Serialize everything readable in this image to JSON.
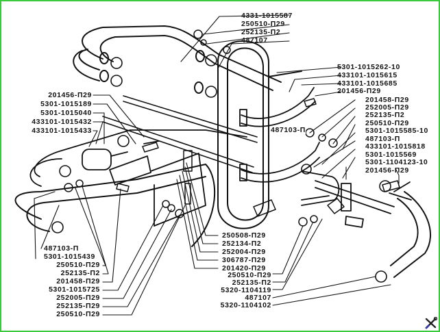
{
  "diagram": {
    "title": "Fuel lines and muffler mounting exploded view",
    "frame_color": "#3cc83c",
    "line_color": "#111111",
    "labels_top": [
      "4331-1015587",
      "250510-П29",
      "252135-П2",
      "487107"
    ],
    "labels_right_upper": [
      "5301-1015262-10",
      "433101-1015615",
      "433101-1015685",
      "201456-П29"
    ],
    "labels_right_middle": [
      "201458-П29",
      "252005-П29",
      "252135-П2",
      "250510-П29",
      "5301-1015585-10",
      "487103-П",
      "433101-1015818",
      "5301-1015569",
      "5301-1104123-10",
      "201456-П29"
    ],
    "label_center": "487103-П",
    "labels_left_upper": [
      "201456-П29",
      "5301-1015189",
      "5301-1015040",
      "433101-1015432",
      "433101-1015433"
    ],
    "labels_left_lower": [
      "487103-П",
      "5301-1015439",
      "250510-П29",
      "252135-П2",
      "201458-П29",
      "5301-1015725",
      "252005-П29",
      "252135-П29",
      "250510-П29"
    ],
    "labels_bottom_center": [
      "250508-П29",
      "252134-П2",
      "252004-П29",
      "306787-П29",
      "201420-П29",
      "250510-П29",
      "252135-П2",
      "5320-1104119",
      "487107",
      "5320-1104102"
    ],
    "logo_icon": "tools-logo-icon"
  }
}
